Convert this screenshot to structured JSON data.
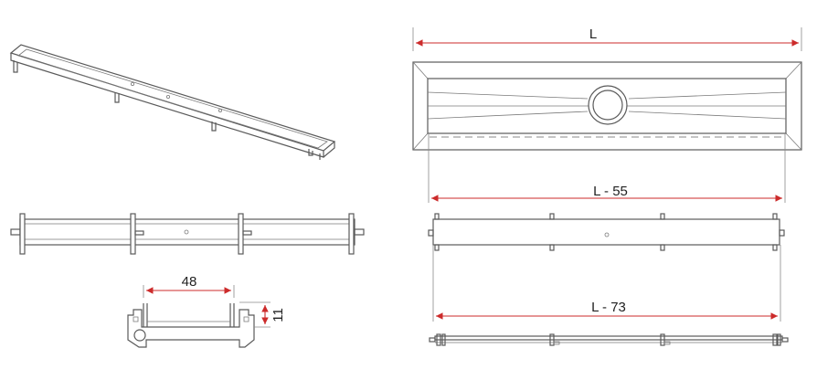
{
  "dimensions": {
    "overall_length": "L",
    "grate_length": "L - 55",
    "frame_length": "L - 73",
    "channel_width": "48",
    "channel_height": "11"
  },
  "colors": {
    "dimension_line": "#cc2b2b",
    "outline": "#5a5a5a"
  }
}
